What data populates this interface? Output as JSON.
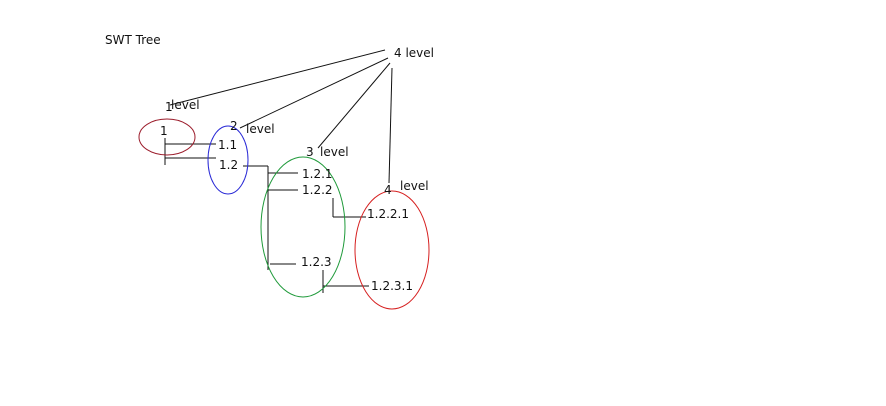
{
  "title": "SWT Tree",
  "levels": {
    "overall_label": "4 level",
    "level1": {
      "num": "1",
      "word": "level"
    },
    "level2": {
      "num": "2",
      "word": "level"
    },
    "level3": {
      "num": "3",
      "word": "level"
    },
    "level4": {
      "num": "4",
      "word": "level"
    }
  },
  "nodes": {
    "n1": "1",
    "n1_1": "1.1",
    "n1_2": "1.2",
    "n1_2_1": "1.2.1",
    "n1_2_2": "1.2.2",
    "n1_2_3": "1.2.3",
    "n1_2_2_1": "1.2.2.1",
    "n1_2_3_1": "1.2.3.1"
  },
  "colors": {
    "ink": "#111111",
    "level1_ring": "#9b1b2a",
    "level2_ring": "#2a2ad6",
    "level3_ring": "#1f9a3a",
    "level4_ring": "#d62020"
  }
}
